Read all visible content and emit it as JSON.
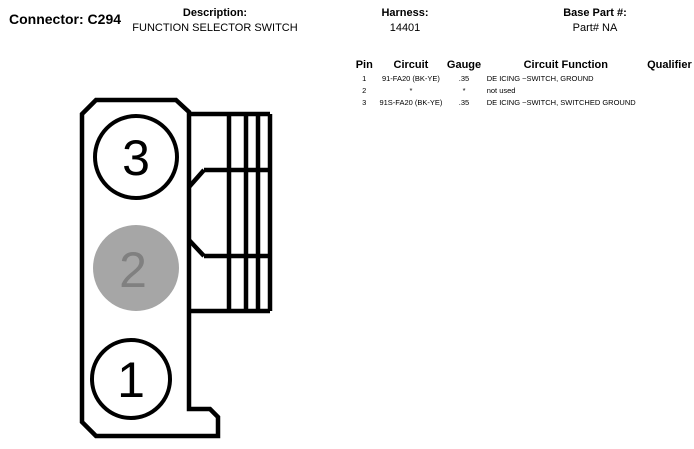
{
  "header": {
    "connector_title": "Connector: C294",
    "description_label": "Description:",
    "description_value": "FUNCTION SELECTOR SWITCH",
    "harness_label": "Harness:",
    "harness_value": "14401",
    "base_part_label": "Base Part #:",
    "base_part_value": "Part# NA"
  },
  "pin_table": {
    "columns": [
      "Pin",
      "Circuit",
      "Gauge",
      "Circuit Function",
      "Qualifier"
    ],
    "rows": [
      {
        "pin": "1",
        "circuit": "91-FA20 (BK-YE)",
        "gauge": ".35",
        "function": "DE ICING ~SWITCH, GROUND",
        "qualifier": ""
      },
      {
        "pin": "2",
        "circuit": "*",
        "gauge": "*",
        "function": "not used",
        "qualifier": ""
      },
      {
        "pin": "3",
        "circuit": "91S-FA20 (BK-YE)",
        "gauge": ".35",
        "function": "DE ICING ~SWITCH, SWITCHED GROUND",
        "qualifier": ""
      }
    ]
  },
  "diagram": {
    "pins": [
      {
        "label": "3",
        "state": "used"
      },
      {
        "label": "2",
        "state": "unused"
      },
      {
        "label": "1",
        "state": "used"
      }
    ],
    "colors": {
      "outline": "#000000",
      "unused_fill": "#a6a6a6",
      "unused_text": "#808080"
    }
  }
}
